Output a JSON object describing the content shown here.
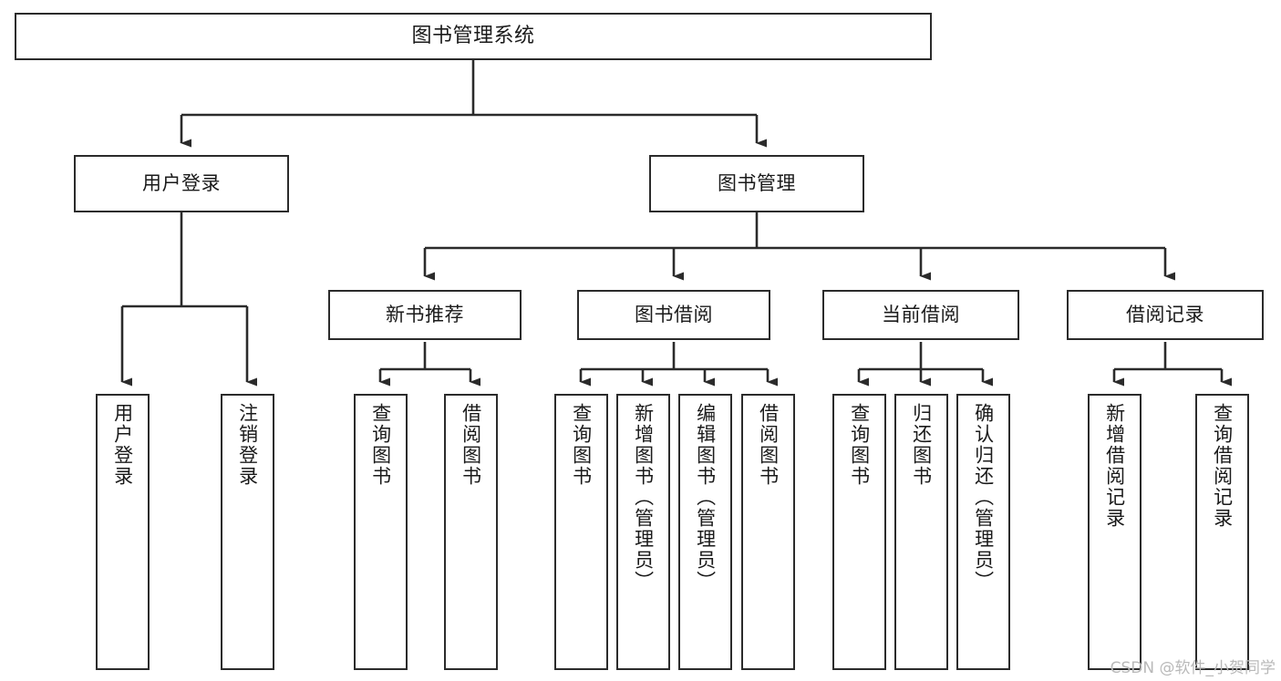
{
  "diagram": {
    "title": "图书管理系统",
    "type": "tree",
    "watermark": "CSDN @软件_小贺同学",
    "colors": {
      "box_border": "#2b2b2b",
      "box_fill": "#ffffff",
      "edge": "#2b2b2b",
      "text": "#1a1a1a",
      "watermark": "#b9b9b9"
    },
    "nodes": {
      "root": {
        "label": "图书管理系统"
      },
      "level2": [
        {
          "id": "user-login",
          "label": "用户登录"
        },
        {
          "id": "book-manage",
          "label": "图书管理"
        }
      ],
      "level3": [
        {
          "id": "new-book-recommend",
          "label": "新书推荐"
        },
        {
          "id": "book-borrow",
          "label": "图书借阅"
        },
        {
          "id": "current-borrow",
          "label": "当前借阅"
        },
        {
          "id": "borrow-record",
          "label": "借阅记录"
        }
      ],
      "leaves": {
        "user-login": [
          {
            "id": "leaf-user-login",
            "label": "用户登录"
          },
          {
            "id": "leaf-user-logout",
            "label": "注销登录"
          }
        ],
        "new-book-recommend": [
          {
            "id": "leaf-query-book-1",
            "label": "查询图书"
          },
          {
            "id": "leaf-borrow-book-1",
            "label": "借阅图书"
          }
        ],
        "book-borrow": [
          {
            "id": "leaf-query-book-2",
            "label": "查询图书"
          },
          {
            "id": "leaf-add-book",
            "label": "新增图书（管理员）"
          },
          {
            "id": "leaf-edit-book",
            "label": "编辑图书（管理员）"
          },
          {
            "id": "leaf-borrow-book-2",
            "label": "借阅图书"
          }
        ],
        "current-borrow": [
          {
            "id": "leaf-query-book-3",
            "label": "查询图书"
          },
          {
            "id": "leaf-return-book",
            "label": "归还图书"
          },
          {
            "id": "leaf-confirm-return",
            "label": "确认归还（管理员）"
          }
        ],
        "borrow-record": [
          {
            "id": "leaf-add-record",
            "label": "新增借阅记录"
          },
          {
            "id": "leaf-query-record",
            "label": "查询借阅记录"
          }
        ]
      }
    }
  }
}
